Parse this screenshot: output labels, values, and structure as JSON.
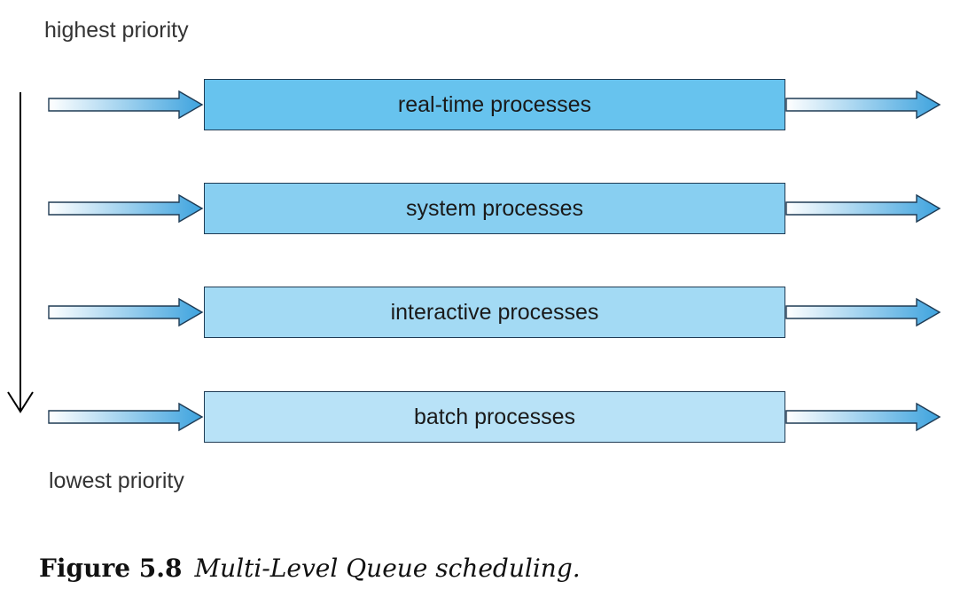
{
  "priority": {
    "high_label": "highest priority",
    "low_label": "lowest priority"
  },
  "queues": [
    {
      "label": "real-time processes",
      "color": "#67c3ee"
    },
    {
      "label": "system processes",
      "color": "#88cff1"
    },
    {
      "label": "interactive processes",
      "color": "#a3daf4"
    },
    {
      "label": "batch processes",
      "color": "#b8e2f7"
    }
  ],
  "arrow_color": "#3ea3de",
  "caption": {
    "number": "Figure 5.8",
    "text": "Multi-Level Queue scheduling."
  }
}
